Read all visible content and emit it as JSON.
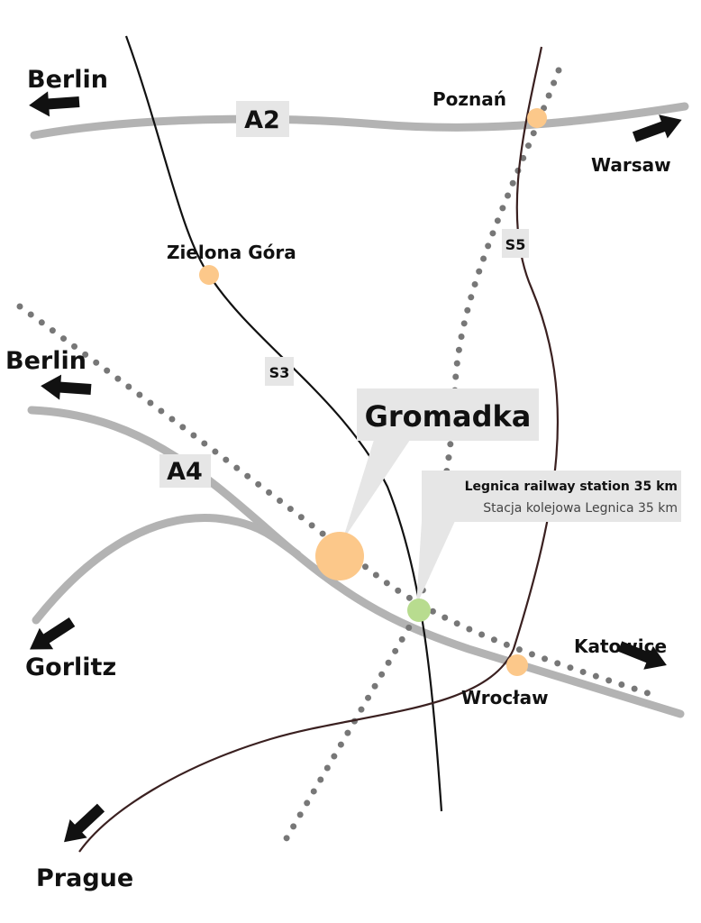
{
  "roads": {
    "a2": "A2",
    "a4": "A4",
    "s3": "S3",
    "s5": "S5"
  },
  "directions": {
    "berlin_north": "Berlin",
    "berlin_south": "Berlin",
    "warsaw": "Warsaw",
    "gorlitz": "Gorlitz",
    "katowice": "Katowice",
    "prague": "Prague"
  },
  "cities": {
    "poznan": "Poznań",
    "zielona_gora": "Zielona Góra",
    "wroclaw": "Wrocław"
  },
  "callouts": {
    "gromadka": "Gromadka",
    "legnica_en": "Legnica railway station 35 km",
    "legnica_pl": "Stacja kolejowa Legnica 35 km"
  },
  "colors": {
    "city": "#fcc88a",
    "station": "#b8dc8f",
    "road": "#b3b3b3",
    "label_bg": "#e6e6e6"
  }
}
